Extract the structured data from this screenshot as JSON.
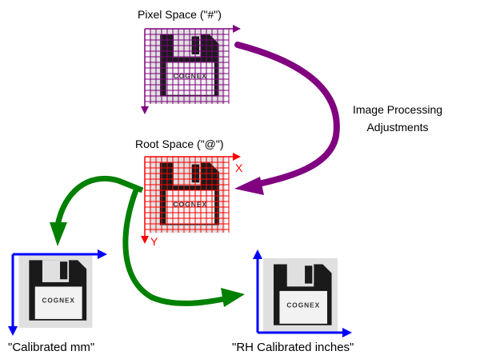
{
  "pixel_space": {
    "title": "Pixel Space (\"#\")",
    "grid_color": "#800080"
  },
  "root_space": {
    "title": "Root Space (\"@\")",
    "x_label": "X",
    "y_label": "Y",
    "grid_color": "#ff0000"
  },
  "transform": {
    "line1": "Image Processing",
    "line2": "Adjustments",
    "arrow_color": "#800080"
  },
  "calibrated_mm": {
    "label": "\"Calibrated mm\"",
    "axis_color": "#0000ff"
  },
  "calibrated_inches": {
    "label": "\"RH Calibrated inches\"",
    "axis_color": "#0000ff"
  },
  "calibration_arrow_color": "#008000",
  "logo_text": "COGNEX"
}
